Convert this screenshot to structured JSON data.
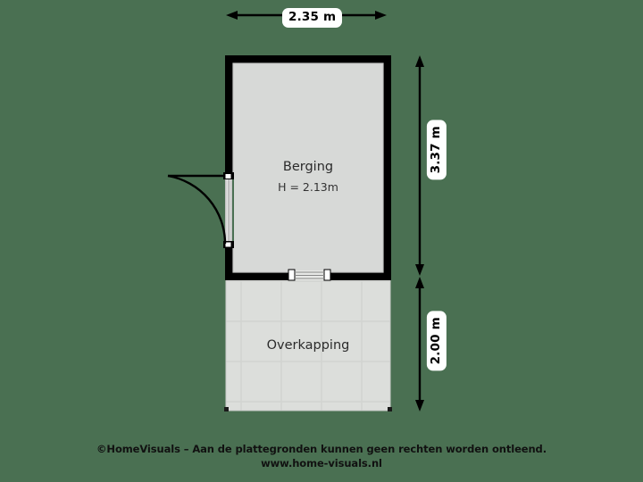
{
  "plan": {
    "background_color": "#4a7052",
    "wall_color": "#000000",
    "interior_floor_color": "#d7d9d7",
    "terrace_floor_color": "#dcdedb",
    "rooms": [
      {
        "id": "berging",
        "name": "Berging",
        "height_label": "H = 2.13m",
        "width_m": "2.35 m",
        "depth_m": "3.37 m"
      },
      {
        "id": "overkapping",
        "name": "Overkapping",
        "height_label": "",
        "width_m": "2.35 m",
        "depth_m": "2.00 m"
      }
    ],
    "dimensions": {
      "top": "2.35 m",
      "right_upper": "3.37 m",
      "right_lower": "2.00 m"
    },
    "openings": [
      {
        "id": "entrance-door",
        "type": "door-swing",
        "wall": "left"
      },
      {
        "id": "rear-window",
        "type": "window",
        "wall": "bottom"
      }
    ]
  },
  "footer": {
    "copyright_line": "©HomeVisuals – Aan de plattegronden kunnen geen rechten worden ontleend.",
    "website": "www.home-visuals.nl"
  }
}
